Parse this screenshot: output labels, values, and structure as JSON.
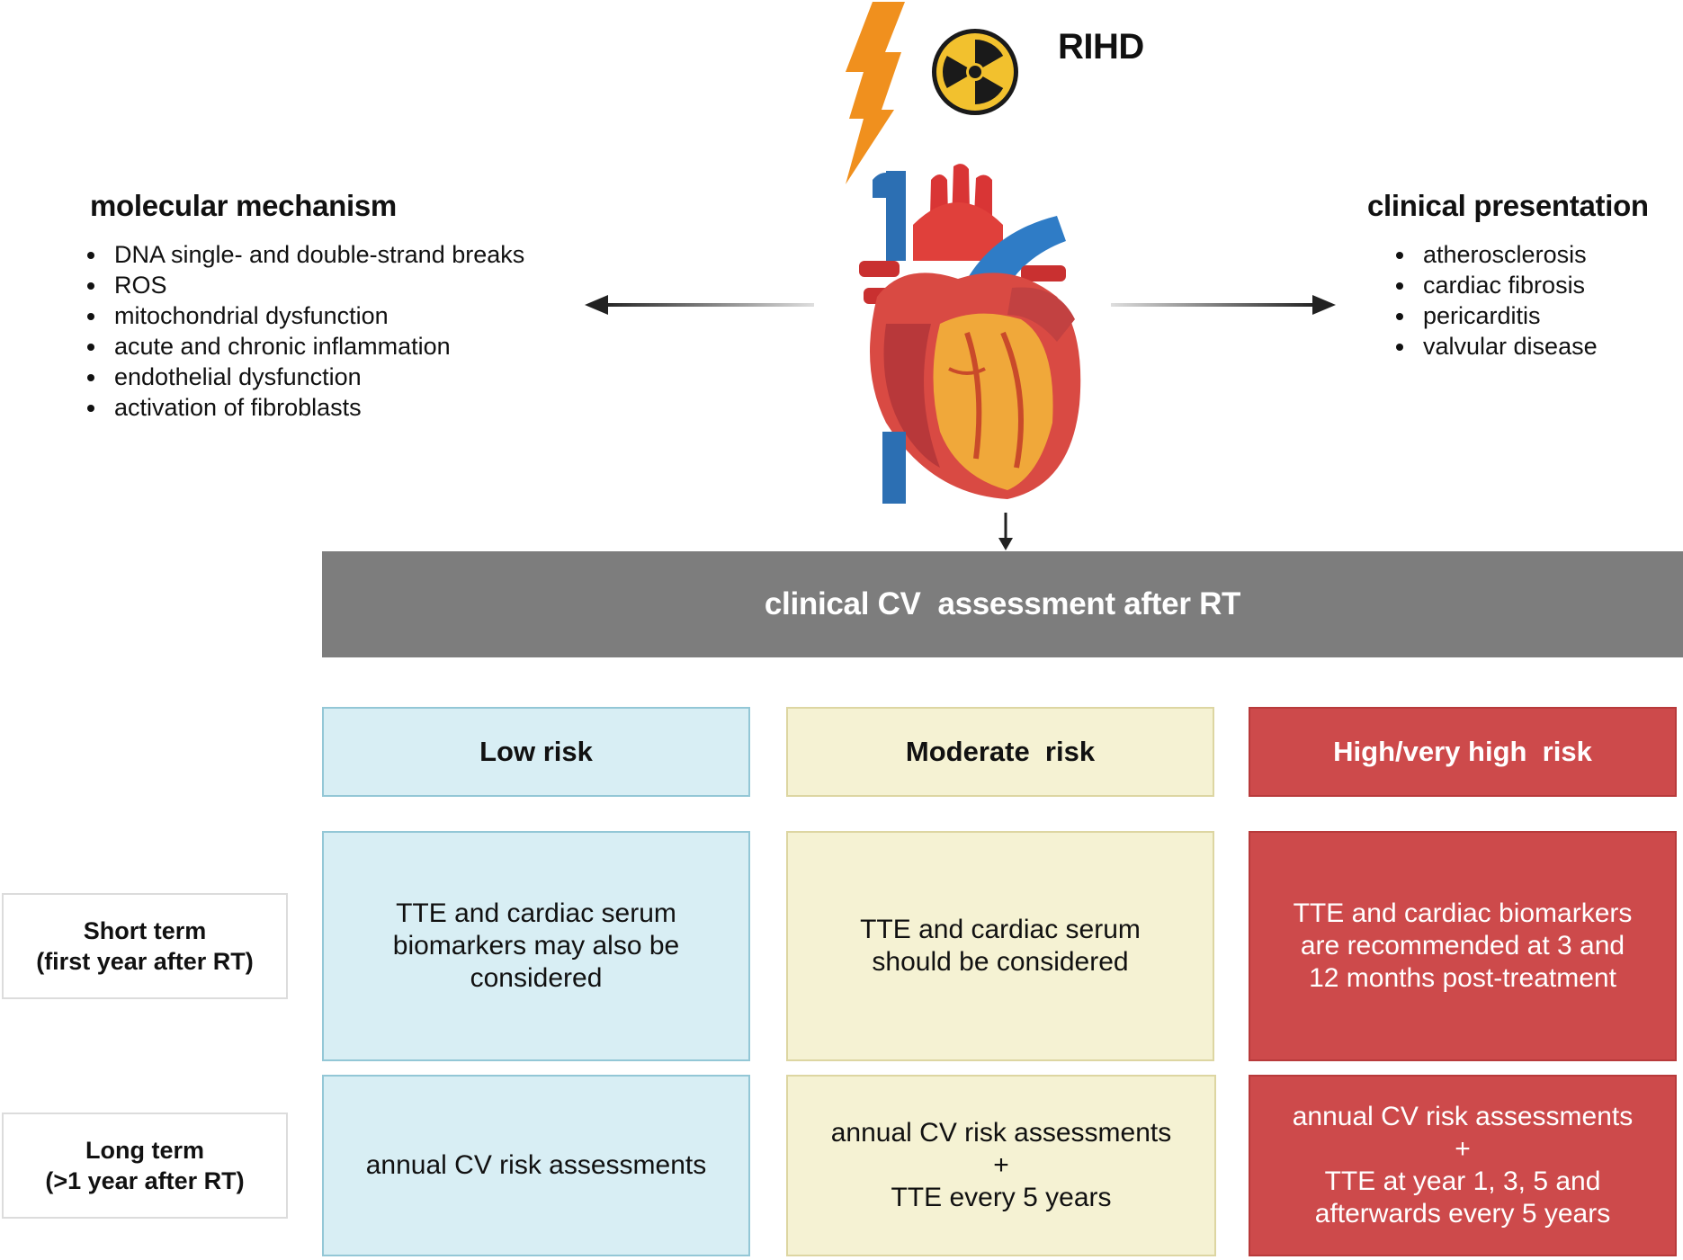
{
  "title": "RIHD",
  "molecular": {
    "heading": "molecular mechanism",
    "items": [
      "DNA single- and double-strand breaks",
      "ROS",
      "mitochondrial dysfunction",
      "acute and chronic inflammation",
      "endothelial dysfunction",
      "activation of fibroblasts"
    ]
  },
  "clinical": {
    "heading": "clinical presentation",
    "items": [
      "atherosclerosis",
      "cardiac fibrosis",
      "pericarditis",
      "valvular disease"
    ]
  },
  "banner": "clinical CV  assessment after RT",
  "risk_headers": {
    "low": "Low risk",
    "moderate": "Moderate  risk",
    "high": "High/very high  risk"
  },
  "rows": {
    "short": {
      "label": "Short term\n(first year after RT)",
      "low": "TTE  and cardiac serum\nbiomarkers may also be\nconsidered",
      "moderate": "TTE and cardiac serum\nshould be considered",
      "high": "TTE and cardiac biomarkers\nare recommended at 3 and\n12 months post-treatment"
    },
    "long": {
      "label": "Long term\n(>1 year after RT)",
      "low": "annual CV risk assessments",
      "moderate": "annual CV risk assessments\n+\nTTE every 5 years",
      "high": "annual CV risk assessments\n+\nTTE at year 1, 3, 5 and\nafterwards every 5 years"
    }
  },
  "icons": [
    "lightning-icon",
    "radiation-icon",
    "heart-icon"
  ],
  "colors": {
    "low": "#d8eef4",
    "moderate": "#f5f2d3",
    "high": "#cd4a4b",
    "banner": "#7d7d7d",
    "lightning": "#f0901e",
    "radiation": "#f2c12e"
  }
}
